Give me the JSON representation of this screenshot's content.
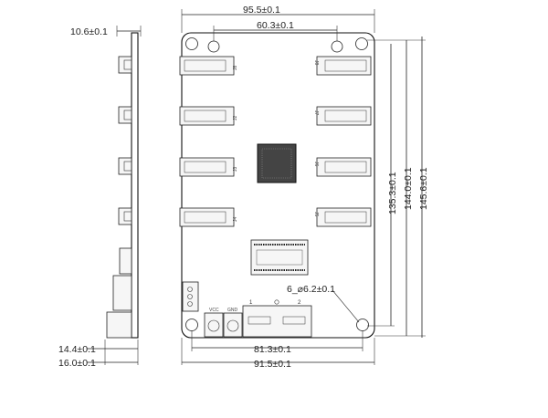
{
  "dimensions": {
    "top_outer_width": "95.5±0.1",
    "top_hole_spacing": "60.3±0.1",
    "side_thickness": "10.6±0.1",
    "height_hole_spacing": "135.3±0.1",
    "height_board": "144.0±0.1",
    "height_overall": "145.6±0.1",
    "hole_spec": "6_⌀6.2±0.1",
    "side_bottom_inner": "14.4±0.1",
    "side_bottom_outer": "16.0±0.1",
    "bottom_hole_spacing": "81.3±0.1",
    "bottom_board_width": "91.5±0.1"
  },
  "connectors_left": [
    "J8",
    "J2",
    "J3",
    "J4"
  ],
  "connectors_right": [
    "J8",
    "J7",
    "J6",
    "J5"
  ],
  "bottom_labels": {
    "port_1": "1",
    "port_2": "2",
    "jack_a": "VCC",
    "jack_b": "GND"
  }
}
